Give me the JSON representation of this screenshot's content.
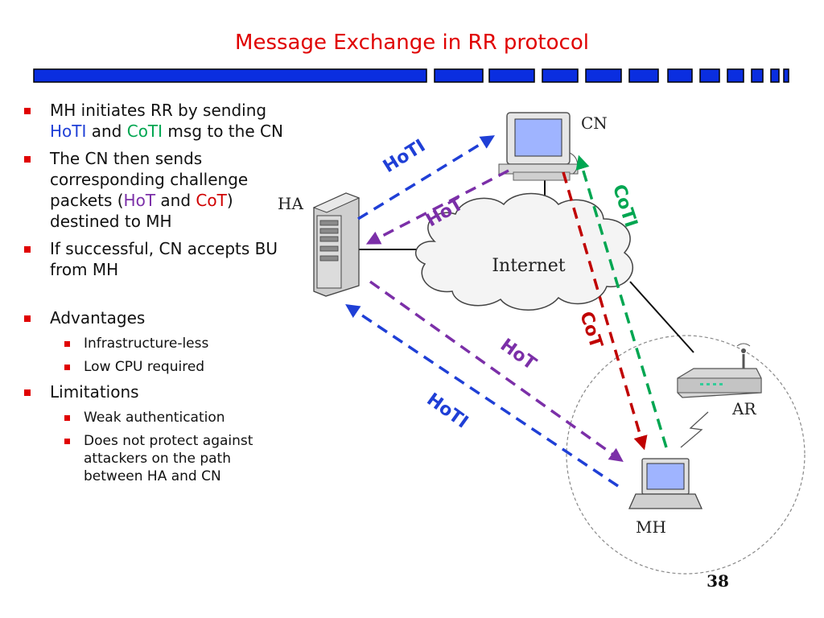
{
  "slide": {
    "title": "Message Exchange in RR protocol",
    "page_number": "38"
  },
  "bullets": {
    "b1": {
      "part1": "MH initiates RR by sending ",
      "hoti": "HoTI",
      "and": " and ",
      "coti": "CoTI",
      "part2": " msg to the CN"
    },
    "b2": {
      "part1": "The CN then sends corresponding challenge packets (",
      "hot": "HoT",
      "and": " and ",
      "cot": "CoT",
      "part2": ") destined to MH"
    },
    "b3": "If successful, CN accepts BU from MH",
    "advantages": {
      "label": "Advantages",
      "items": [
        "Infrastructure-less",
        "Low CPU required"
      ]
    },
    "limitations": {
      "label": "Limitations",
      "items": [
        "Weak authentication",
        "Does not protect against attackers on the path between HA and CN"
      ]
    }
  },
  "diagram": {
    "nodes": {
      "cn": "CN",
      "ha": "HA",
      "internet": "Internet",
      "ar": "AR",
      "mh": "MH"
    },
    "messages": {
      "hoti_top": "HoTI",
      "hot_top": "HoT",
      "coti": "CoTI",
      "cot": "CoT",
      "hot_bottom": "HoT",
      "hoti_bottom": "HoTI"
    },
    "colors": {
      "hoti": "#1f3fd6",
      "hot": "#7b2fa8",
      "coti": "#00a651",
      "cot": "#c00000",
      "title": "#e00000",
      "bar": "#0a2ee0"
    }
  }
}
